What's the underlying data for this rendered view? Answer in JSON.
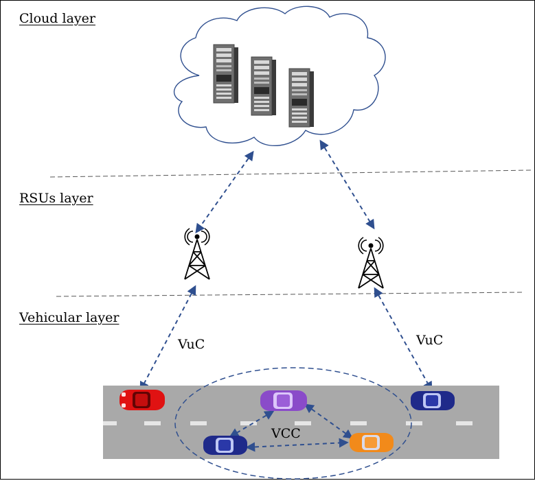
{
  "layers": {
    "cloud": "Cloud layer",
    "rsu": "RSUs layer",
    "vehicular": "Vehicular layer"
  },
  "links": {
    "left_vuc": "VuC",
    "right_vuc": "VuC",
    "cluster": "VCC"
  },
  "colors": {
    "cloud_outline": "#2f4f8f",
    "arrow": "#2f4f8f",
    "road": "#a9a9a9",
    "lane_mark": "#e6e6e6",
    "car_red": "#e01212",
    "car_blue": "#1f2a8a",
    "car_purple": "#8a4bc9",
    "car_orange": "#f28a1a"
  },
  "icons": {
    "servers": [
      "server-icon",
      "server-icon",
      "server-icon"
    ],
    "towers": [
      "cell-tower-icon",
      "cell-tower-icon"
    ],
    "cars": [
      "car-icon-red",
      "car-icon-blue-right",
      "car-icon-purple",
      "car-icon-blue-cluster",
      "car-icon-orange"
    ]
  }
}
